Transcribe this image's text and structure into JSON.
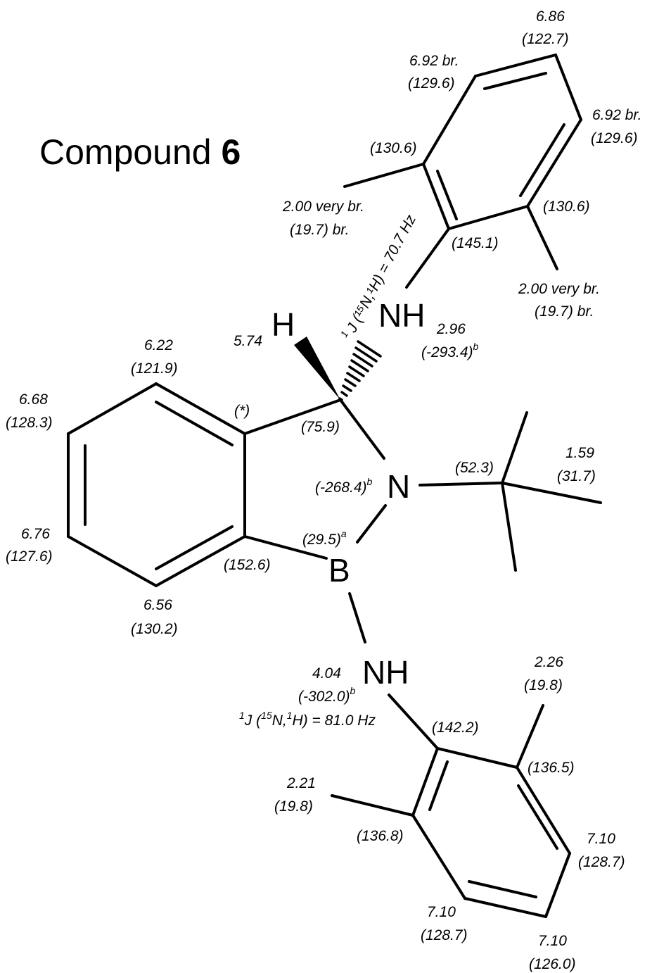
{
  "title": {
    "prefix": "Compound ",
    "number": "6"
  },
  "atoms": {
    "H_stereo": "H",
    "NH_upper": "NH",
    "N_ring": "N",
    "B_ring": "B",
    "NH_lower": "NH"
  },
  "labels": {
    "upper_aryl": {
      "h4_shift": "6.86",
      "h4_c": "(122.7)",
      "h3_shift": "6.92 br.",
      "h3_c": "(129.6)",
      "h5_shift": "6.92 br.",
      "h5_c": "(129.6)",
      "c2": "(130.6)",
      "c6": "(130.6)",
      "c1": "(145.1)",
      "me_left_h": "2.00 very br.",
      "me_left_c": "(19.7) br.",
      "me_right_h": "2.00 very br.",
      "me_right_c": "(19.7) br."
    },
    "coupling_upper": "J (¹⁵N,¹H) = 70.7 Hz",
    "coupling_upper_sup": "1",
    "nh_upper_shift": "2.96",
    "nh_upper_n": "(-293.4)",
    "nh_upper_n_sup": "b",
    "ch_shift": "5.74",
    "ch_c": "(75.9)",
    "ring_quat_star": "(*)",
    "benzo": {
      "a_shift": "6.22",
      "a_c": "(121.9)",
      "b_shift": "6.68",
      "b_c": "(128.3)",
      "c_shift": "6.76",
      "c_c": "(127.6)",
      "d_shift": "6.56",
      "d_c": "(130.2)",
      "cb": "(152.6)"
    },
    "n_ring_shift": "(-268.4)",
    "n_ring_sup": "b",
    "b_shift": "(29.5)",
    "b_sup": "a",
    "tbu_quat": "(52.3)",
    "tbu_h": "1.59",
    "tbu_c": "(31.7)",
    "nh_lower_shift": "4.04",
    "nh_lower_n": "(-302.0)",
    "nh_lower_n_sup": "b",
    "coupling_lower_pre_sup": "1",
    "coupling_lower": "J (",
    "coupling_lower_sup2": "15",
    "coupling_lower_mid": "N,",
    "coupling_lower_sup3": "1",
    "coupling_lower_end": "H) = 81.0 Hz",
    "lower_aryl": {
      "c1": "(142.2)",
      "me_right_h": "2.26",
      "me_right_c": "(19.8)",
      "c_right": "(136.5)",
      "me_left_h": "2.21",
      "me_left_c": "(19.8)",
      "c_left": "(136.8)",
      "h_right_shift": "7.10",
      "h_right_c": "(128.7)",
      "h_bl_shift": "7.10",
      "h_bl_c": "(128.7)",
      "h_br_shift": "7.10",
      "h_br_c": "(126.0)"
    }
  }
}
